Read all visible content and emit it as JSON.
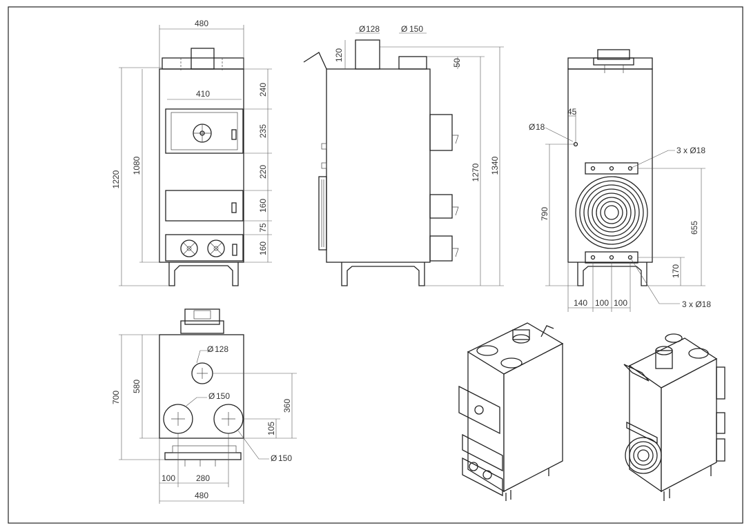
{
  "drawing": {
    "front_view": {
      "width": "480",
      "total_height": "1220",
      "body_height": "1080",
      "door_width": "410",
      "heights": [
        "240",
        "235",
        "220",
        "160",
        "75",
        "160"
      ]
    },
    "side_view": {
      "pipe_a": "128",
      "pipe_b": "150",
      "pipe_height": "120",
      "pipe_offset": "50",
      "height_a": "1270",
      "height_b": "1340"
    },
    "rear_view": {
      "hole": "18",
      "hole_offset": "45",
      "fan_bottom_height": "790",
      "fan_span": "655",
      "bottom_gap": "170",
      "bottom_spacing": [
        "140",
        "100",
        "100"
      ],
      "holes_top": "3 x Ø18",
      "holes_bottom": "3 x Ø18"
    },
    "top_view": {
      "depth": "700",
      "inner_depth": "580",
      "pipe_small": "128",
      "pipe_left": "150",
      "pipe_right": "150",
      "pipe_offset": "360",
      "pipe_center": "105",
      "offset_left": "100",
      "pipe_spacing": "280",
      "width": "480"
    }
  }
}
